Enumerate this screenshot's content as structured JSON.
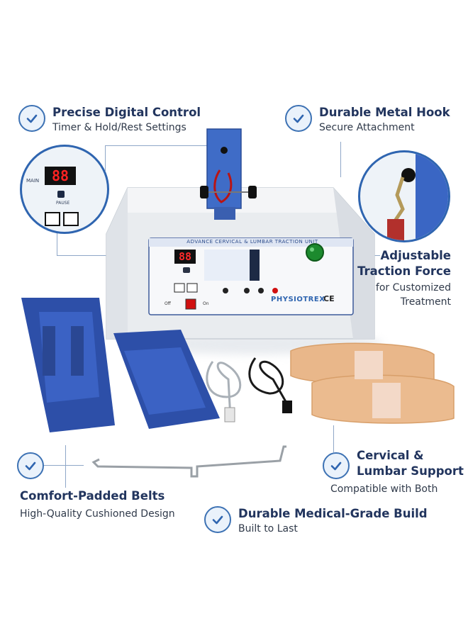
{
  "features": {
    "digital": {
      "title": "Precise Digital Control",
      "sub": "Timer & Hold/Rest Settings"
    },
    "hook": {
      "title": "Durable Metal Hook",
      "sub": "Secure Attachment"
    },
    "traction": {
      "title1": "Adjustable",
      "title2": "Traction Force",
      "sub1": "for Customized",
      "sub2": "Treatment"
    },
    "cervical": {
      "title1": "Cervical &",
      "title2": "Lumbar Support",
      "sub": "Compatible with Both"
    },
    "belts": {
      "title": "Comfort-Padded Belts",
      "sub": "High-Quality Cushioned Design"
    },
    "build": {
      "title": "Durable Medical-Grade Build",
      "sub": "Built to Last"
    }
  },
  "device": {
    "panel_title": "ADVANCE CERVICAL & LUMBAR TRACTION UNIT",
    "display": "88",
    "brand": "PHYSIOTREX",
    "ce": "CE",
    "off": "Off",
    "on": "On"
  },
  "zoom": {
    "display": "88",
    "label_main": "MAIN",
    "label_pause": "PAUSE"
  },
  "colors": {
    "accent": "#3d72b4",
    "navy": "#22355e",
    "belt": "#2d4fa8",
    "pad": "#e9b78a",
    "led": "#e0101c"
  }
}
